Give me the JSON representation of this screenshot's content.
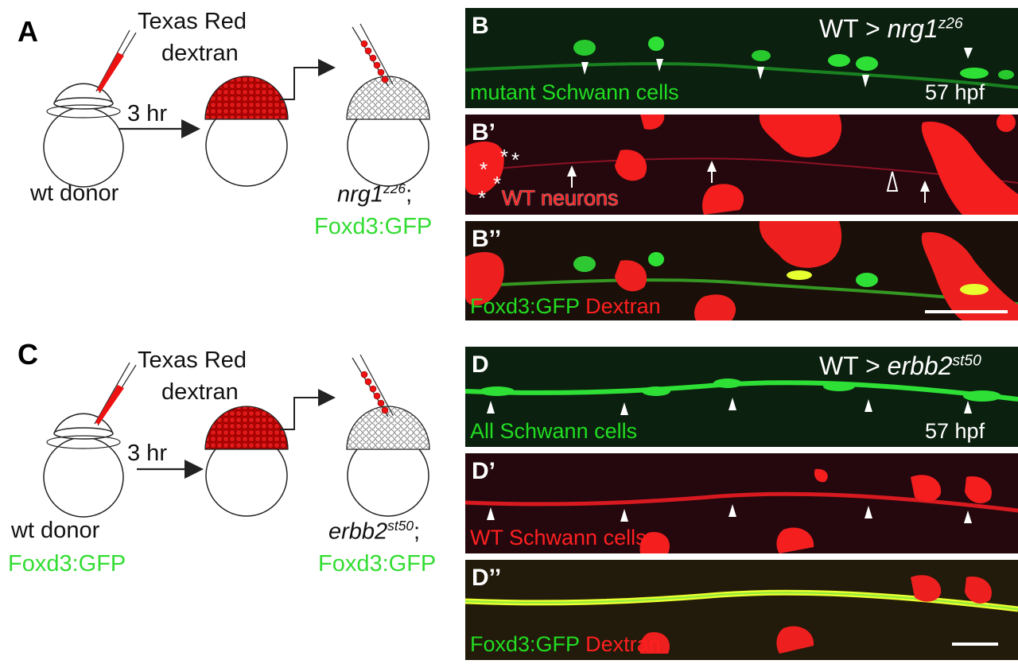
{
  "panels": {
    "A": {
      "letter": "A",
      "dye_line1": "Texas Red",
      "dye_line2": "dextran",
      "time": "3 hr",
      "donor": "wt donor",
      "host_genotype": "nrg1",
      "host_sup": "z26",
      "host_suffix": ";",
      "host_reporter": "Foxd3:GFP"
    },
    "B": {
      "letter": "B",
      "title_pre": "WT > ",
      "title_gene": "nrg1",
      "title_sup": "z26",
      "caption": "mutant Schwann cells",
      "stage": "57 hpf"
    },
    "B1": {
      "letter": "B’",
      "caption": "WT neurons",
      "asterisk": "*"
    },
    "B2": {
      "letter": "B’’",
      "caption_green": "Foxd3:GFP",
      "caption_red": "Dextran"
    },
    "C": {
      "letter": "C",
      "dye_line1": "Texas Red",
      "dye_line2": "dextran",
      "time": "3 hr",
      "donor": "wt donor",
      "donor_reporter": "Foxd3:GFP",
      "host_genotype": "erbb2",
      "host_sup": "st50",
      "host_suffix": ";",
      "host_reporter": "Foxd3:GFP"
    },
    "D": {
      "letter": "D",
      "title_pre": "WT > ",
      "title_gene": "erbb2",
      "title_sup": "st50",
      "caption": "All Schwann cells",
      "stage": "57 hpf"
    },
    "D1": {
      "letter": "D’",
      "caption": "WT Schwann cells"
    },
    "D2": {
      "letter": "D’’",
      "caption_green": "Foxd3:GFP",
      "caption_red": "Dextran"
    }
  },
  "colors": {
    "gfp": "#22dd22",
    "dextran": "#ff2020",
    "merge": "#e8ff30",
    "bg_green": "#0b200f",
    "bg_red": "#24080e"
  }
}
